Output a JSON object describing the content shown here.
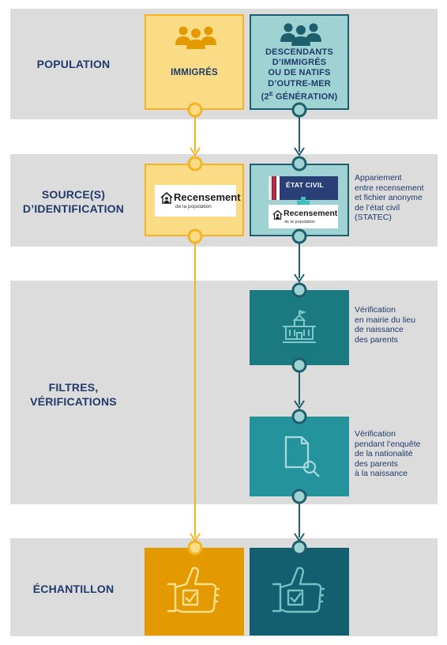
{
  "rows": {
    "population": "POPULATION",
    "source_line1": "SOURCE(S)",
    "source_line2": "D’IDENTIFICATION",
    "filtres_line1": "FILTRES,",
    "filtres_line2": "VÉRIFICATIONS",
    "echantillon": "ÉCHANTILLON"
  },
  "immigres": {
    "label": "IMMIGRÉS"
  },
  "descendants": {
    "lines": [
      "DESCENDANTS",
      "D’IMMIGRÉS",
      "OU DE NATIFS",
      "D’OUTRE-MER"
    ],
    "gen_prefix": "(2",
    "gen_sup": "E",
    "gen_suffix": " GÉNÉRATION)"
  },
  "logos": {
    "recensement_title": "Recensement",
    "recensement_sub": "de la population",
    "etat_civil": "ÉTAT CIVIL"
  },
  "notes": {
    "appariement": [
      "Appariement",
      "entre recensement",
      "et fichier anonyme",
      "de l’état civil",
      "(STATEC)"
    ],
    "mairie": [
      "Vérification",
      "en mairie du lieu",
      "de naissance",
      "des parents"
    ],
    "enquete": [
      "Vérification",
      "pendant l’enquête",
      "de la nationalité",
      "des parents",
      "à la naissance"
    ]
  },
  "icons": [
    "people-icon",
    "people-icon",
    "city-hall-icon",
    "document-search-icon",
    "thumbs-up-check-icon",
    "thumbs-up-check-icon"
  ],
  "colors": {
    "band": "#dcdcdc",
    "navy": "#1f3a6b",
    "immigres_fill": "#fbdc86",
    "immigres_border": "#f5b324",
    "immigres_dark": "#e39a00",
    "descendants_fill": "#9fd3d3",
    "teal_border": "#1e5f6e",
    "teal_mid": "#1a7a80",
    "teal_light": "#24939b",
    "teal_dark": "#135f6f"
  }
}
